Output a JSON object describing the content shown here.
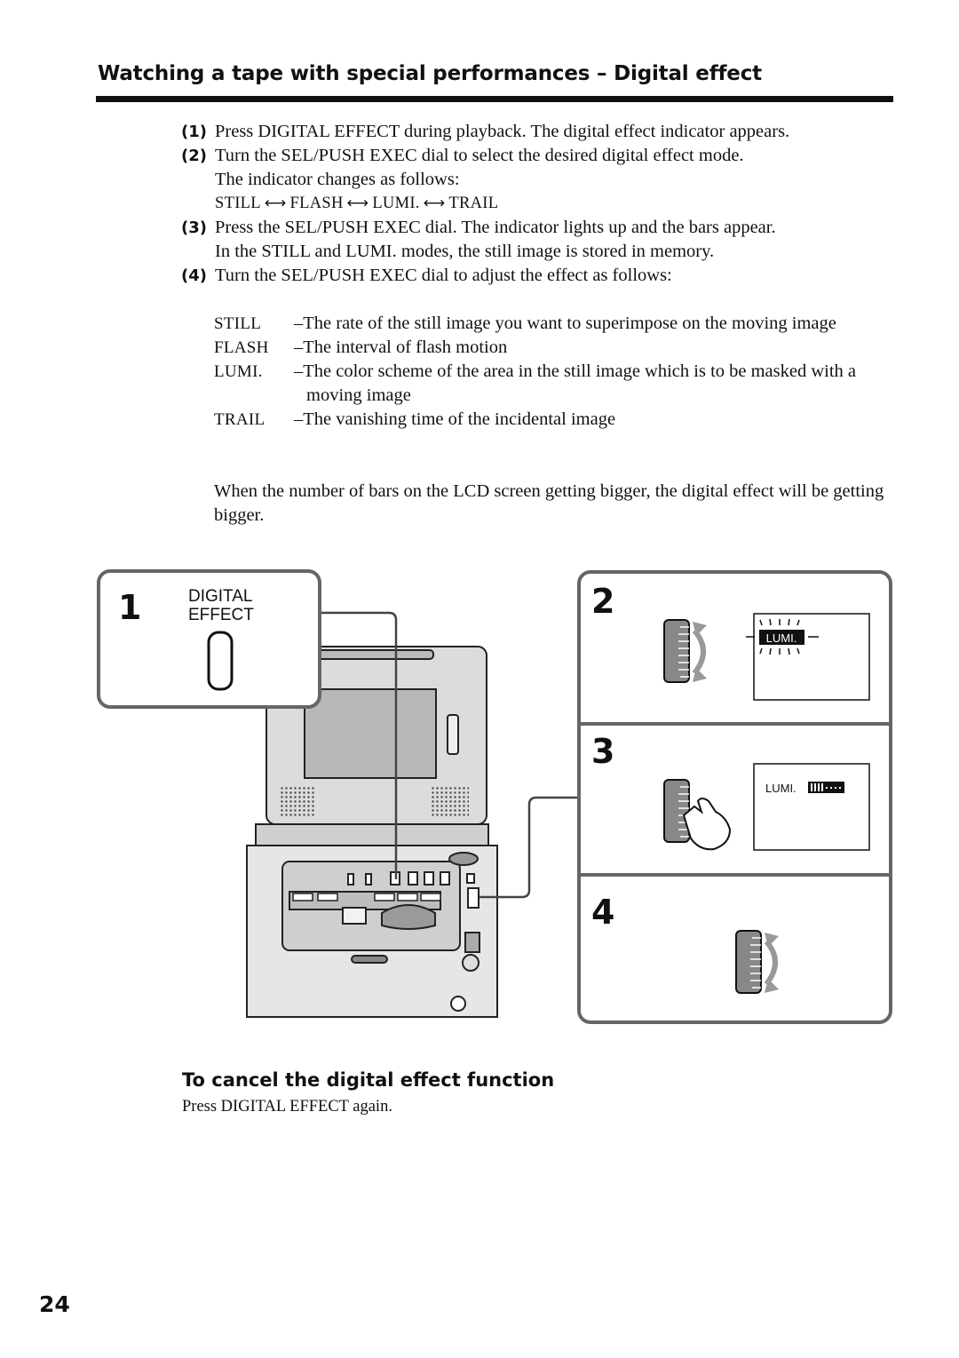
{
  "heading": "Watching a tape with special performances – Digital effect",
  "steps": [
    {
      "num": "(1)",
      "lines": [
        "Press DIGITAL EFFECT during playback. The digital effect indicator appears."
      ]
    },
    {
      "num": "(2)",
      "lines": [
        "Turn the SEL/PUSH EXEC dial to select the desired digital effect mode.",
        "The indicator changes as follows:"
      ]
    },
    {
      "num": "(3)",
      "lines": [
        "Press the SEL/PUSH EXEC dial. The indicator lights up and the bars appear.",
        "In the STILL and LUMI. modes, the still image is stored in memory."
      ]
    },
    {
      "num": "(4)",
      "lines": [
        "Turn the SEL/PUSH EXEC dial to adjust the effect as follows:"
      ]
    }
  ],
  "sequence": [
    "STILL",
    "FLASH",
    "LUMI.",
    "TRAIL"
  ],
  "definitions": [
    {
      "term": "STILL",
      "text": "–The rate of the still image you want to superimpose on the moving image"
    },
    {
      "term": "FLASH",
      "text": "–The interval of flash motion"
    },
    {
      "term": "LUMI.",
      "text": "–The color scheme of the area in the still image which is to be masked with a moving image"
    },
    {
      "term": "TRAIL",
      "text": "–The vanishing time of the incidental image"
    }
  ],
  "note": "When the number of bars on the LCD screen getting bigger, the digital effect will be getting bigger.",
  "figure": {
    "panel1": {
      "number": "1",
      "label_line1": "DIGITAL",
      "label_line2": "EFFECT"
    },
    "panel2": {
      "number": "2",
      "display_text": "LUMI."
    },
    "panel3": {
      "number": "3",
      "display_text": "LUMI."
    },
    "panel4": {
      "number": "4"
    }
  },
  "cancel": {
    "heading": "To cancel the digital effect function",
    "text": "Press DIGITAL EFFECT again."
  },
  "page_number": "24"
}
